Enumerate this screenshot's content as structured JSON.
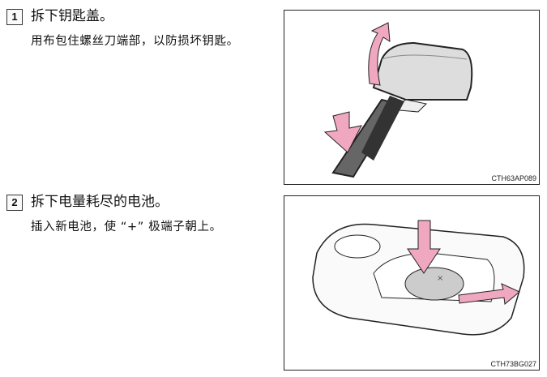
{
  "steps": [
    {
      "number": "1",
      "title": "拆下钥匙盖。",
      "description": "用布包住螺丝刀端部，以防损坏钥匙。",
      "figure_caption": "CTH63AP089"
    },
    {
      "number": "2",
      "title": "拆下电量耗尽的电池。",
      "description": "插入新电池，使 “+” 极端子朝上。",
      "figure_caption": "CTH73BG027"
    }
  ],
  "colors": {
    "arrow": "#f0a8c0",
    "outline": "#222"
  }
}
